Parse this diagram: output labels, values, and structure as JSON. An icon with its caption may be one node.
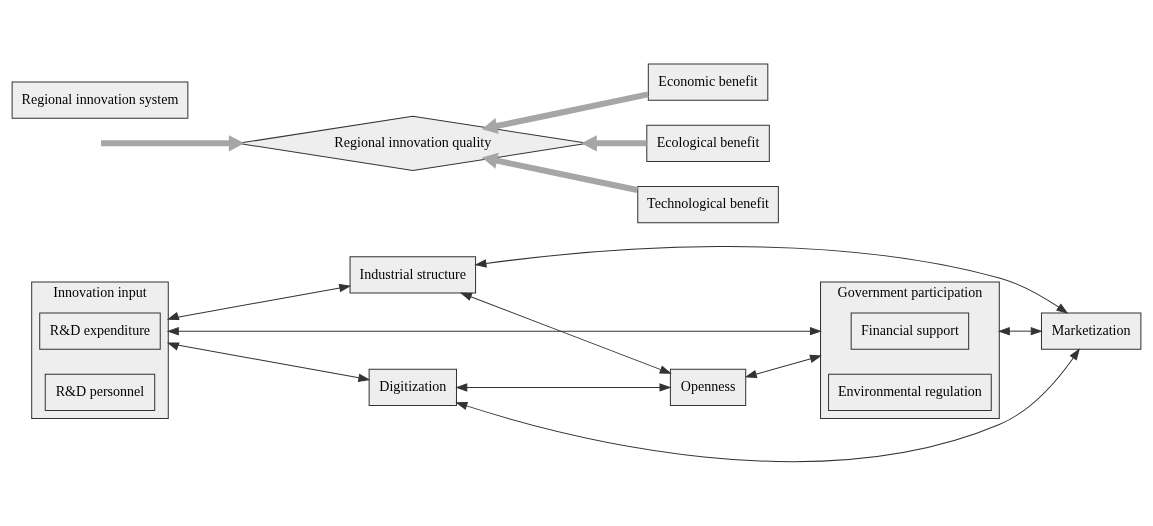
{
  "diagram": {
    "nodes": [
      {
        "text": [
          "Innovation input"
        ]
      },
      {
        "text": [
          "R&D expenditure"
        ],
        "in": 0
      },
      {
        "text": [
          "R&D personnel"
        ],
        "in": 0
      },
      {
        "text": [
          "Industrial structure"
        ]
      },
      {
        "text": [
          "Digitization"
        ]
      },
      {
        "text": [
          "Openness"
        ]
      },
      {
        "text": [
          "Government participation"
        ]
      },
      {
        "text": [
          "Financial support"
        ],
        "in": 6
      },
      {
        "text": [
          "Environmental regulation"
        ],
        "in": 6
      },
      {
        "text": [
          "Marketization"
        ]
      },
      {
        "text": [
          "Regional innovation quality"
        ]
      },
      {
        "text": [
          "Technological benefit"
        ]
      },
      {
        "text": [
          "Economic benefit"
        ]
      },
      {
        "text": [
          "Ecological benefit"
        ]
      },
      {
        "text": [
          "Regional innovation system"
        ]
      }
    ],
    "edges": [
      {
        "from": 0,
        "to": 3,
        "arrow": "both"
      },
      {
        "from": 0,
        "to": 4,
        "arrow": "both"
      },
      {
        "from": 3,
        "to": 5,
        "arrow": "both"
      },
      {
        "from": 4,
        "to": 9,
        "arrow": "both"
      },
      {
        "from": 3,
        "to": 9,
        "arrow": "both"
      },
      {
        "from": 4,
        "to": 5,
        "arrow": "both"
      },
      {
        "from": 0,
        "to": 6,
        "arrow": "both"
      },
      {
        "from": 5,
        "to": 6,
        "arrow": "both"
      },
      {
        "from": 6,
        "to": 9,
        "arrow": "both"
      },
      {
        "from": null,
        "to": 10,
        "arrow": "to",
        "style": "thick",
        "color": "#a6a6a6"
      },
      {
        "from": 11,
        "to": 10,
        "arrow": "to",
        "style": "thick",
        "color": "#a6a6a6"
      },
      {
        "from": 12,
        "to": 10,
        "arrow": "to",
        "style": "thick",
        "color": "#a6a6a6"
      },
      {
        "from": 13,
        "to": 10,
        "arrow": "to",
        "style": "thick",
        "color": "#a6a6a6"
      }
    ]
  }
}
